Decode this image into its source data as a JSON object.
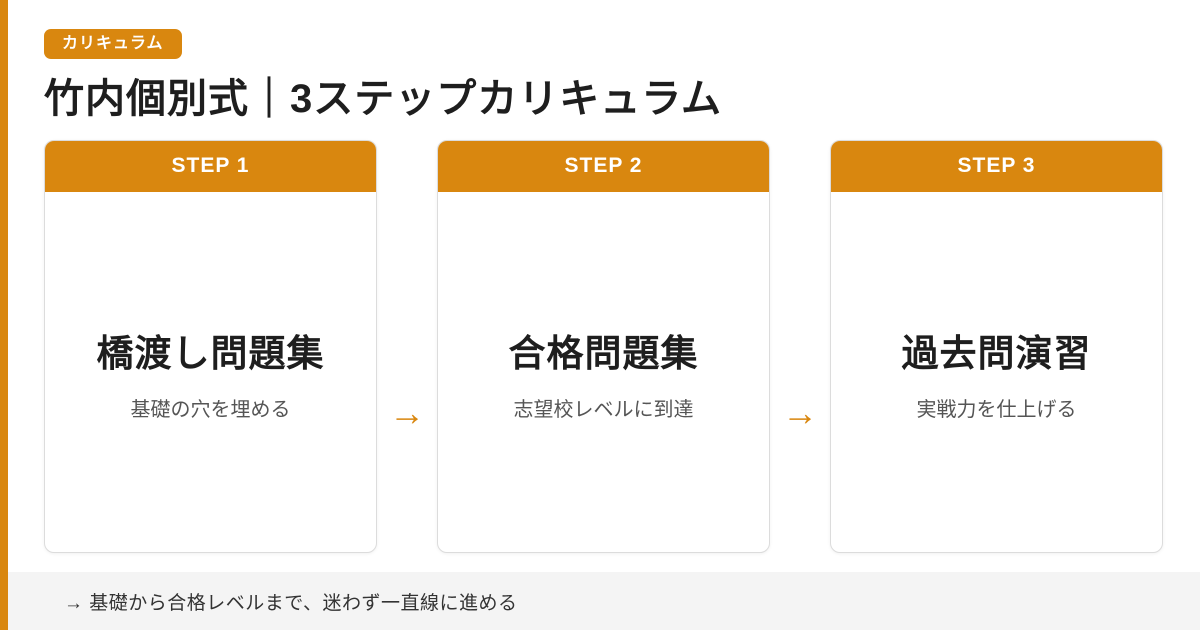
{
  "theme": {
    "accent_color": "#d9870f",
    "title_color": "#1e1e1e",
    "subtitle_color": "#555555",
    "footer_bg": "#f4f4f4",
    "footer_text_color": "#333333",
    "card_border_color": "#dcdcdc",
    "card_bg": "#ffffff",
    "page_bg": "#ffffff"
  },
  "badge": {
    "label": "カリキュラム"
  },
  "header": {
    "title": "竹内個別式｜3ステップカリキュラム"
  },
  "steps": [
    {
      "label": "STEP 1",
      "title": "橋渡し問題集",
      "subtitle": "基礎の穴を埋める"
    },
    {
      "label": "STEP 2",
      "title": "合格問題集",
      "subtitle": "志望校レベルに到達"
    },
    {
      "label": "STEP 3",
      "title": "過去問演習",
      "subtitle": "実戦力を仕上げる"
    }
  ],
  "arrow": {
    "glyph": "→"
  },
  "footer": {
    "text": "→ 基礎から合格レベルまで、迷わず一直線に進める"
  }
}
